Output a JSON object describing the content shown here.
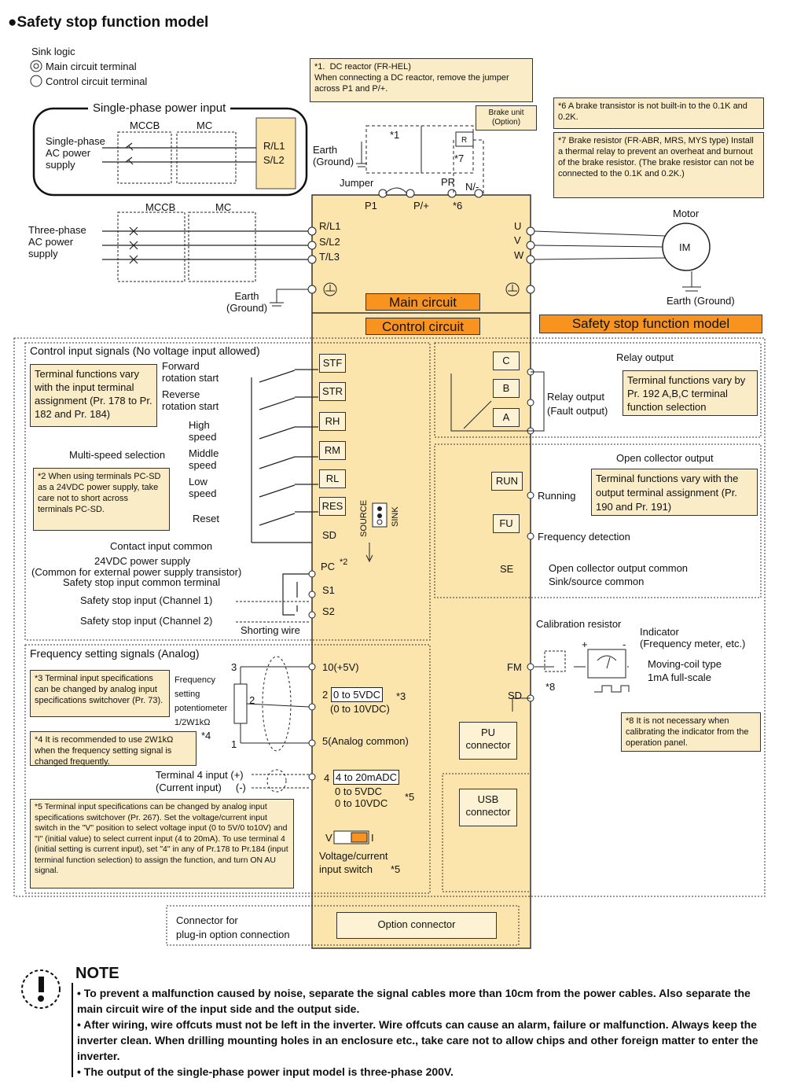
{
  "title": "●Safety stop function model",
  "sink": {
    "header": "Sink logic",
    "main": "Main circuit terminal",
    "control": "Control circuit terminal"
  },
  "single_phase": {
    "header": "Single-phase power input",
    "mccb": "MCCB",
    "mc": "MC",
    "source": "Single-phase\nAC power\nsupply",
    "r": "R/L1",
    "s": "S/L2"
  },
  "three_phase": {
    "mccb": "MCCB",
    "mc": "MC",
    "source": "Three-phase\nAC power\nsupply"
  },
  "notes_top": {
    "n1": "*1.  DC reactor (FR-HEL)\nWhen connecting a DC reactor, remove the jumper across P1 and P/+.",
    "brake_unit": "Brake unit\n(Option)",
    "n6": "*6 A brake transistor is not built-in to the 0.1K and 0.2K.",
    "n7": "*7 Brake resistor (FR-ABR, MRS, MYS type) Install a thermal relay to prevent an overheat and burnout of the brake resistor. (The brake resistor can not be connected to the 0.1K and 0.2K.)"
  },
  "labels": {
    "earth1": "Earth\n(Ground)",
    "earth2": "Earth\n(Ground)",
    "earth3": "Earth (Ground)",
    "jumper": "Jumper",
    "p1": "P1",
    "pplus": "P/+",
    "pr": "PR",
    "nminus": "N/-",
    "star1": "*1",
    "star7": "*7",
    "star6": "*6",
    "r": "R",
    "rl1": "R/L1",
    "sl2": "S/L2",
    "tl3": "T/L3",
    "u": "U",
    "v": "V",
    "w": "W",
    "motor": "Motor",
    "im": "IM"
  },
  "boxes": {
    "main": "Main circuit",
    "control": "Control circuit",
    "safety": "Safety stop function model"
  },
  "control_inputs": {
    "header": "Control input signals (No voltage input allowed)",
    "note": "Terminal functions vary with the input terminal assignment (Pr. 178 to Pr. 182 and Pr. 184)",
    "forward": "Forward\nrotation start",
    "reverse": "Reverse\nrotation start",
    "high": "High\nspeed",
    "middle": "Middle\nspeed",
    "low": "Low\nspeed",
    "multi": "Multi-speed selection",
    "reset": "Reset",
    "note2": "*2 When using terminals PC-SD as a 24VDC power supply, take care not to short across terminals PC-SD.",
    "contact": "Contact input common",
    "dc24": "24VDC power supply",
    "dc24b": "(Common for external power supply transistor)",
    "safety_common": "Safety stop input common terminal",
    "ch1": "Safety stop input (Channel 1)",
    "ch2": "Safety stop input (Channel 2)",
    "shorting": "Shorting wire",
    "source": "SOURCE",
    "sinkv": "SINK"
  },
  "terminals": [
    "STF",
    "STR",
    "RH",
    "RM",
    "RL",
    "RES"
  ],
  "sd": "SD",
  "pc": "PC",
  "pc_star": "*2",
  "s1": "S1",
  "s2": "S2",
  "relay": {
    "header": "Relay output",
    "c": "C",
    "b": "B",
    "a": "A",
    "label": "Relay output\n(Fault output)",
    "note": "Terminal functions vary by Pr. 192 A,B,C terminal function selection"
  },
  "oc": {
    "header": "Open collector output",
    "note": "Terminal functions vary with the output terminal assignment (Pr. 190 and Pr. 191)",
    "run": "RUN",
    "running": "Running",
    "fu": "FU",
    "freq": "Frequency detection",
    "se": "SE",
    "common": "Open collector output common\nSink/source common"
  },
  "freq_setting": {
    "header": "Frequency setting signals (Analog)",
    "note3": "*3 Terminal input specifications can be changed by analog input specifications switchover (Pr. 73).",
    "pot": "Frequency\nsetting\npotentiometer\n1/2W1kΩ",
    "star4": "*4",
    "note4": "*4  It is recommended to use 2W1kΩ when the frequency setting signal is changed frequently.",
    "t10": "10(+5V)",
    "t2": "2",
    "t2range": "0 to 5VDC",
    "t2alt": "(0 to 10VDC)",
    "star3": "*3",
    "t5": "5(Analog common)",
    "t4": "4",
    "t4range": "4 to 20mADC",
    "t4alt": "0 to 5VDC\n0 to 10VDC",
    "star5": "*5",
    "term4": "Terminal 4 input (+)",
    "term4b": "(Current input)     (-)",
    "note5": "*5 Terminal input specifications can be changed by analog input specifications switchover (Pr. 267). Set the voltage/current input switch in the \"V\" position to select voltage input (0 to 5V/0 to10V) and \"I\" (initial value) to select current input (4 to 20mA). To use terminal 4 (initial setting is current input), set \"4\" in any of Pr.178 to Pr.184 (input terminal function selection) to assign the function, and turn ON AU signal.",
    "v": "V",
    "i": "I",
    "switch": "Voltage/current\ninput switch",
    "star5b": "*5",
    "n3": "3",
    "n2": "2",
    "n1": "1"
  },
  "calib": {
    "header": "Calibration resistor",
    "indicator": "Indicator\n(Frequency meter, etc.)",
    "coil": "Moving-coil type\n1mA full-scale",
    "fm": "FM",
    "sd": "SD",
    "star8": "*8",
    "note8": "*8  It is not necessary when calibrating the indicator from the operation panel.",
    "plus": "+",
    "minus": "-"
  },
  "pu": "PU\nconnector",
  "usb": "USB\nconnector",
  "option": {
    "connector": "Connector for\nplug-in option connection",
    "box": "Option connector"
  },
  "note": {
    "title": "NOTE",
    "items": [
      "To prevent a malfunction caused by noise, separate the signal cables more than 10cm from the power cables. Also separate the main circuit wire of the input side and the output side.",
      "After wiring, wire offcuts must not be left in the inverter. Wire offcuts can cause an alarm, failure or malfunction. Always keep the inverter clean. When drilling mounting holes in an enclosure etc., take care not to allow chips and other foreign matter to enter the inverter.",
      "The output of the single-phase power input model is three-phase 200V."
    ]
  }
}
